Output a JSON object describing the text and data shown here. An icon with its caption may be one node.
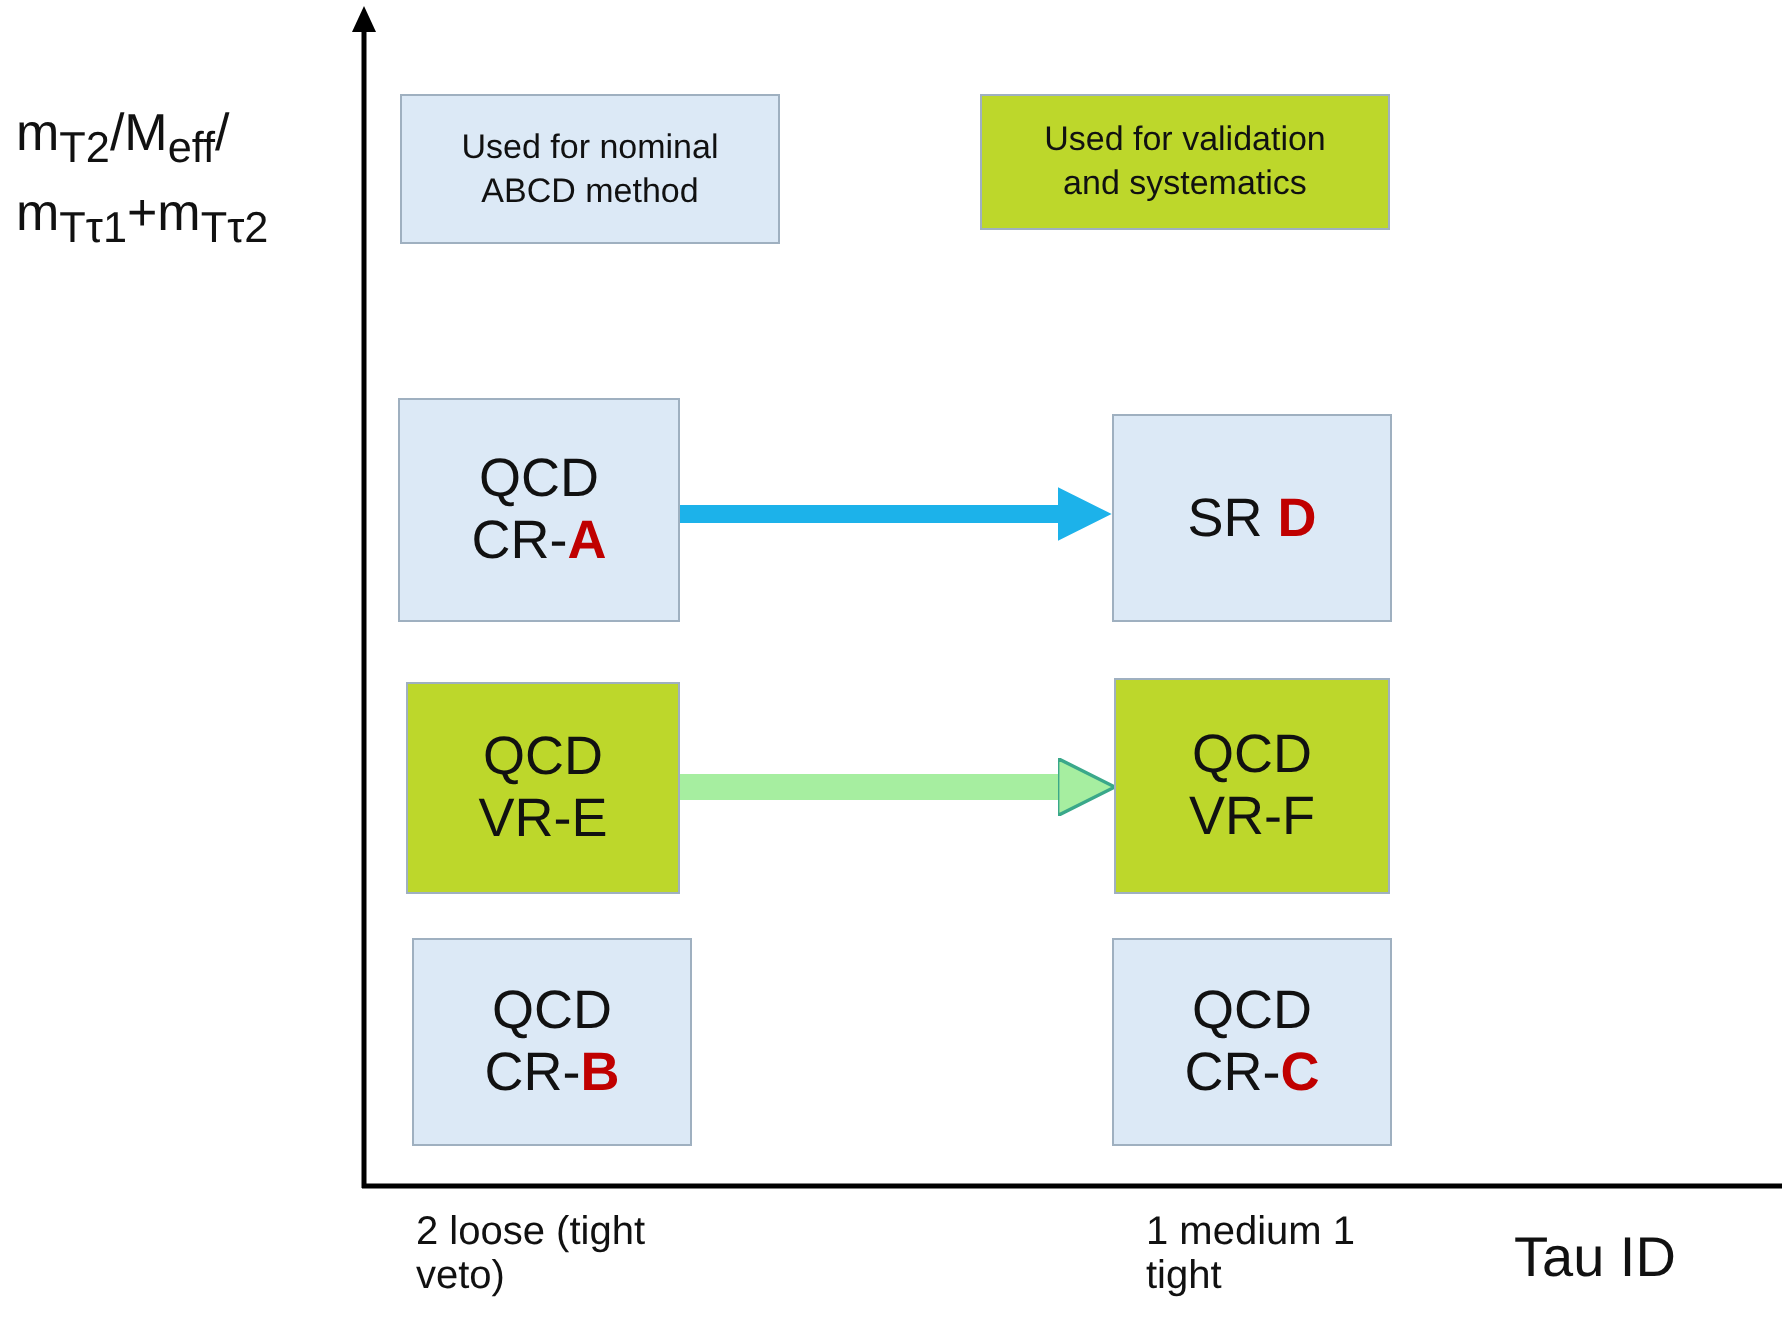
{
  "diagram": {
    "nodes": [
      {
        "text": [
          "QCD CR-**A**"
        ]
      },
      {
        "text": [
          "SR **D**"
        ]
      },
      {
        "text": [
          "QCD VR-E"
        ]
      },
      {
        "text": [
          "QCD VR-F"
        ]
      },
      {
        "text": [
          "QCD CR-**B**"
        ]
      },
      {
        "text": [
          "QCD CR-**C**"
        ]
      }
    ],
    "edges": [
      {
        "from": 0,
        "to": 1,
        "arrow": "to",
        "color": "#1cb2ea"
      },
      {
        "from": 2,
        "to": 3,
        "arrow": "to",
        "color": "#a6eea0"
      }
    ],
    "labels": [
      "m$_{T2}$/M$_{eff}$/ m$_{Tτ1}$+m$_{Tτ2}$",
      "2 loose (tight veto)",
      "1 medium 1 tight",
      "Tau ID"
    ],
    "legend": [
      {
        "text": "Used for nominal ABCD method",
        "color": "#dce9f6"
      },
      {
        "text": "Used for validation and systematics",
        "color": "#bdd72b"
      }
    ]
  }
}
